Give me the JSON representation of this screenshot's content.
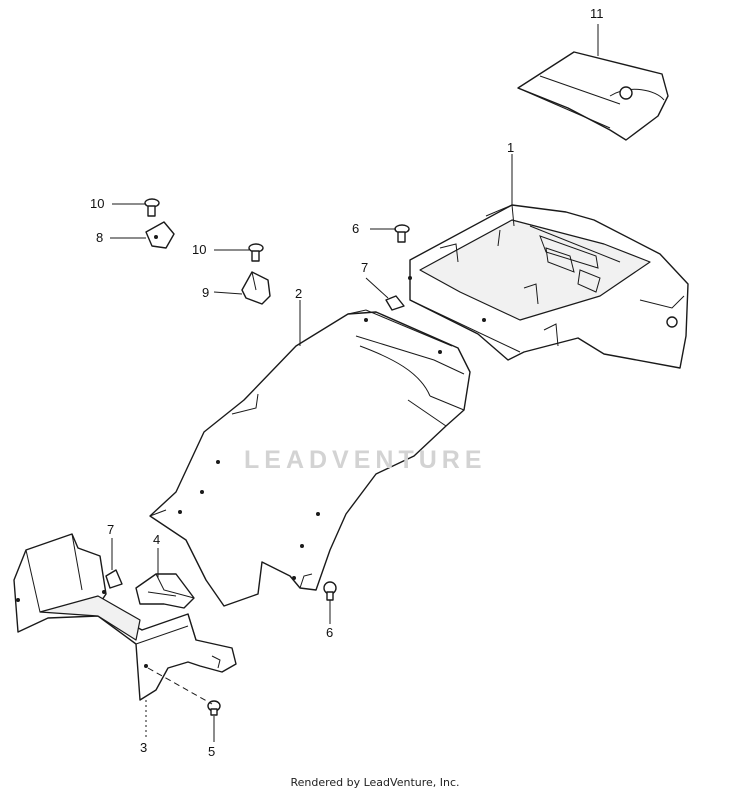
{
  "diagram": {
    "callouts": [
      "11",
      "1",
      "10",
      "6",
      "8",
      "10",
      "7",
      "9",
      "2",
      "7",
      "4",
      "6",
      "3",
      "5"
    ]
  },
  "watermark": {
    "text": "LEADVENTURE"
  },
  "footer": {
    "text": "Rendered by LeadVenture, Inc."
  }
}
